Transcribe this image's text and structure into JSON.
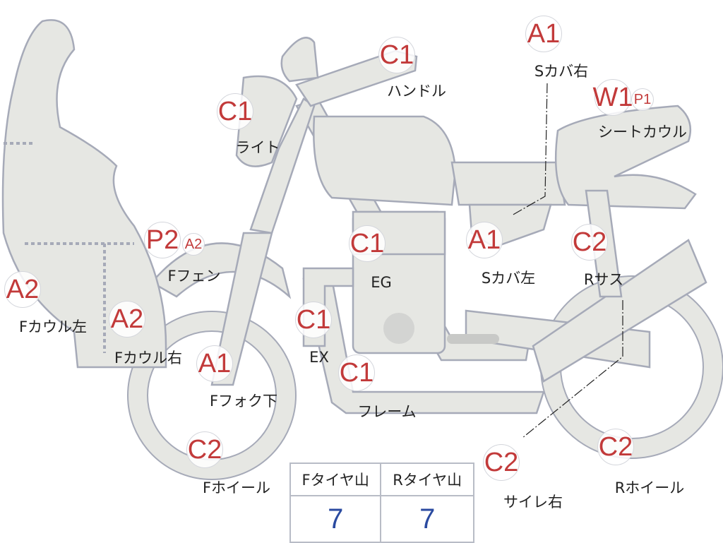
{
  "parts": [
    {
      "code": "A1",
      "label": "Sカバ右"
    },
    {
      "code": "W1",
      "code2": "P1",
      "label": "シートカウル"
    },
    {
      "code": "C1",
      "label": "ハンドル"
    },
    {
      "code": "C1",
      "label": "ライト"
    },
    {
      "code": "P2",
      "code2": "A2",
      "label": "Fフェン"
    },
    {
      "code": "A2",
      "label": "Fカウル左"
    },
    {
      "code": "A2",
      "label": "Fカウル右"
    },
    {
      "code": "A1",
      "label": "Fフォク下"
    },
    {
      "code": "C2",
      "label": "Fホイール"
    },
    {
      "code": "C1",
      "label": "EG"
    },
    {
      "code": "C1",
      "label": "EX"
    },
    {
      "code": "C1",
      "label": "フレーム"
    },
    {
      "code": "A1",
      "label": "Sカバ左"
    },
    {
      "code": "C2",
      "label": "Rサス"
    },
    {
      "code": "C2",
      "label": "サイレ右"
    },
    {
      "code": "C2",
      "label": "Rホイール"
    }
  ],
  "tire_table": {
    "headers": [
      "Fタイヤ山",
      "Rタイヤ山"
    ],
    "values": [
      "7",
      "7"
    ]
  },
  "colors": {
    "code": "#c23a3a",
    "value": "#2a4aa0",
    "body": "#e6e7e3",
    "outline": "#a6aab8"
  }
}
